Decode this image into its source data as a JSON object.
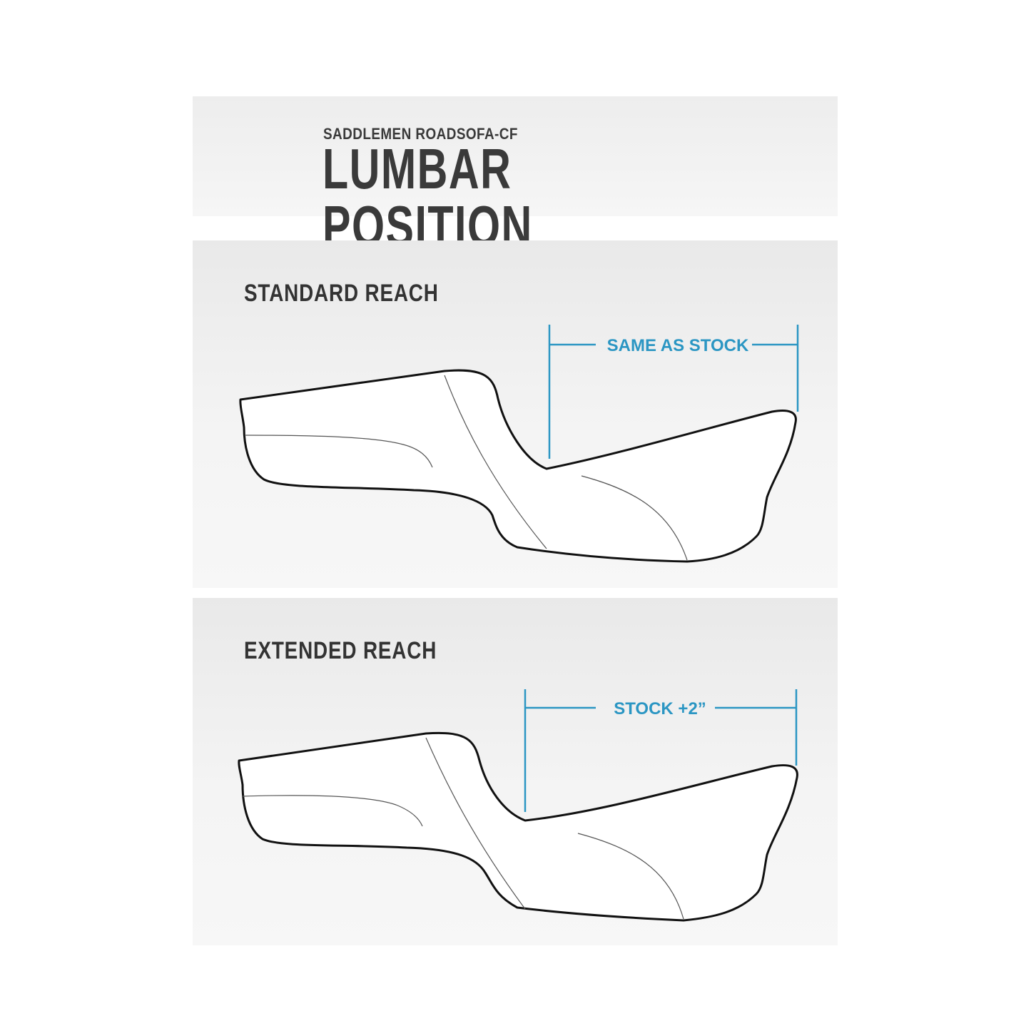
{
  "header": {
    "brand": "SADDLEMEN ROADSOFA-CF",
    "title": "LUMBAR POSITION"
  },
  "sections": [
    {
      "title": "STANDARD REACH",
      "dimension_label": "SAME AS STOCK"
    },
    {
      "title": "EXTENDED REACH",
      "dimension_label": "STOCK +2”"
    }
  ],
  "colors": {
    "dimension": "#2b96c3",
    "outline": "#111111",
    "text": "#333333"
  }
}
